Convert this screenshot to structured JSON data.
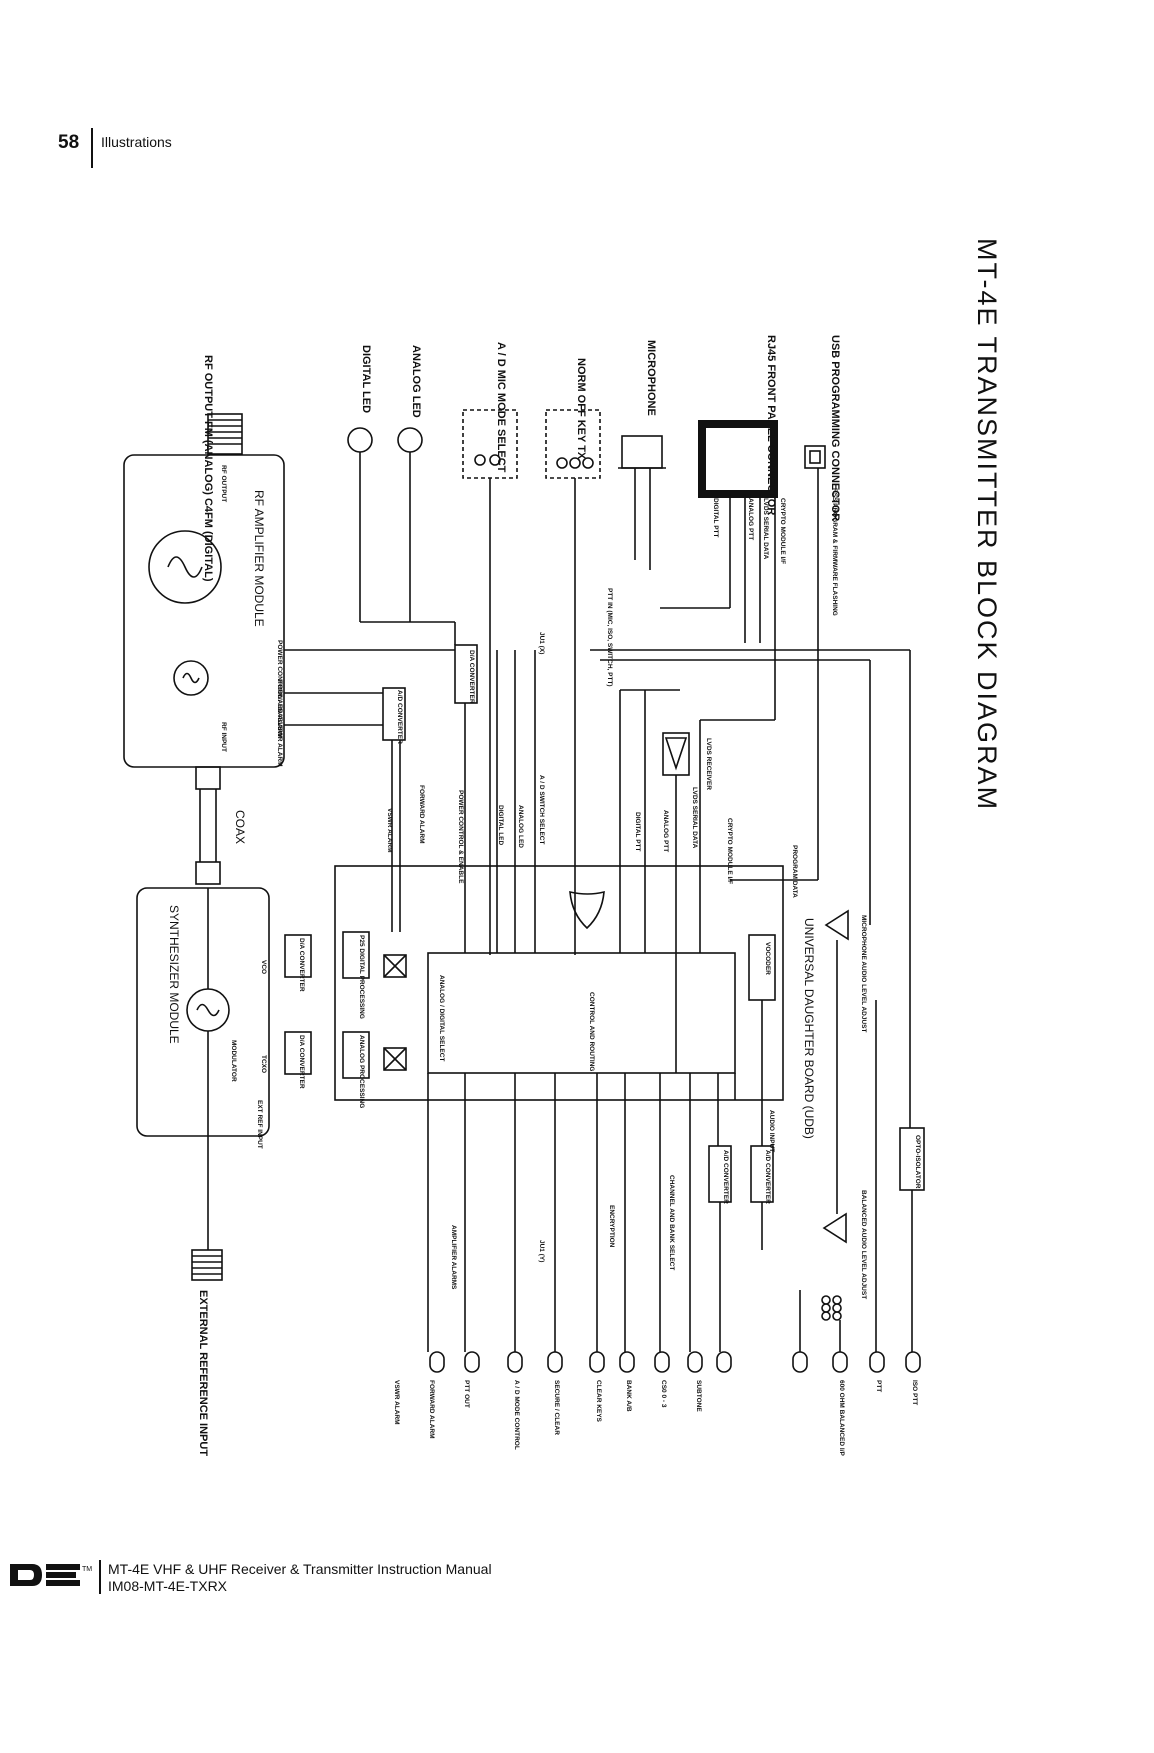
{
  "header": {
    "page_number": "58",
    "section": "Illustrations"
  },
  "diagram": {
    "title": "MT-4E TRANSMITTER BLOCK DIAGRAM",
    "left_labels": {
      "usb": "USB PROGRAMMING CONNECTOR",
      "rj45": "RJ45 FRONT PANEL CONNECTOR",
      "microphone": "MICROPHONE",
      "keytx": "NORM OFF KEY TX",
      "micmode": "A / D MIC MODE SELECT",
      "analog_led": "ANALOG LED",
      "digital_led": "DIGITAL LED",
      "rf_output": "RF OUTPUT FM (ANALOG) C4FM (DIGITAL)",
      "ext_ref": "EXTERNAL REFERENCE INPUT"
    },
    "signals": {
      "rss": "RSS PROGRAM & FIRMWARE FLASHING",
      "crypto_if": "CRYPTO MODULE I/F",
      "lvds_data": "LVDS SERIAL DATA",
      "analog_ptt": "ANALOG PTT",
      "digital_ptt": "DIGITAL PTT",
      "ptt_in": "PTT IN (MIC, ISO, SWITCH, PTT)",
      "ju1x": "JU1 (X)",
      "ju1y": "JU1 (Y)",
      "ad_switch": "A / D SWITCH SELECT",
      "analog_led_sig": "ANALOG LED",
      "digital_led_sig": "DIGITAL LED",
      "power_ctrl": "POWER CONTROL & ENABLE",
      "fwd_alarm": "FORWARD ALARM",
      "vswr_alarm": "VSWR ALARM",
      "coax": "COAX",
      "program_data": "PROGRAM DATA",
      "crypto_if2": "CRYPTO MODULE I/F",
      "lvds_data2": "LVDS SERIAL DATA",
      "analog_ptt2": "ANALOG PTT",
      "digital_ptt2": "DIGITAL PTT",
      "mic_level": "MICROPHONE AUDIO LEVEL ADJUST",
      "bal_level": "BALANCED AUDIO LEVEL ADJUST",
      "audio_input": "AUDIO INPUT",
      "channel_bank": "CHANNEL AND BANK SELECT",
      "encryption": "ENCRYPTION",
      "amp_alarms": "AMPLIFIER ALARMS"
    },
    "blocks": {
      "rf_amp": "RF AMPLIFIER MODULE",
      "rf_out_small": "RF OUTPUT",
      "rf_in_small": "RF INPUT",
      "power_enable": "POWER CONTROL / ENABLE",
      "fwd": "FORWARD ALARM",
      "vswr": "VSWR ALARM",
      "synth": "SYNTHESIZER MODULE",
      "vco": "VCO",
      "tcxo": "TCXO",
      "modulator": "MODULATOR",
      "ext_ref_in": "EXT REF INPUT",
      "da_conv": "D/A CONVERTER",
      "ad_conv": "A/D CONVERTER",
      "lvds_rx": "LVDS RECEIVER",
      "udb": "UNIVERSAL DAUGHTER BOARD (UDB)",
      "vocoder": "VOCODER",
      "control": "CONTROL AND ROUTING",
      "analog_digital_select": "ANALOG / DIGITAL SELECT",
      "p25": "P25 DIGITAL PROCESSING",
      "analog_proc": "ANALOG PROCESSING",
      "opto": "OPTO-ISOLATOR",
      "da_synth1": "D/A CONVERTER",
      "da_synth2": "D/A CONVERTER",
      "ad_udb1": "A/D CONVERTER",
      "ad_udb2": "A/D CONVERTER"
    },
    "outputs": [
      "ISO PTT",
      "PTT",
      "600 OHM BALANCED I/P",
      "SUBTONE",
      "CS0 0 - 3",
      "BANK A/B",
      "CLEAR KEYS",
      "SECURE / CLEAR",
      "A / D MODE CONTROL",
      "PTT OUT",
      "FORWARD ALARM",
      "VSWR ALARM"
    ]
  },
  "footer": {
    "logo": "DE",
    "line1": "MT-4E VHF & UHF Receiver & Transmitter Instruction Manual",
    "line2": "IM08-MT-4E-TXRX"
  }
}
